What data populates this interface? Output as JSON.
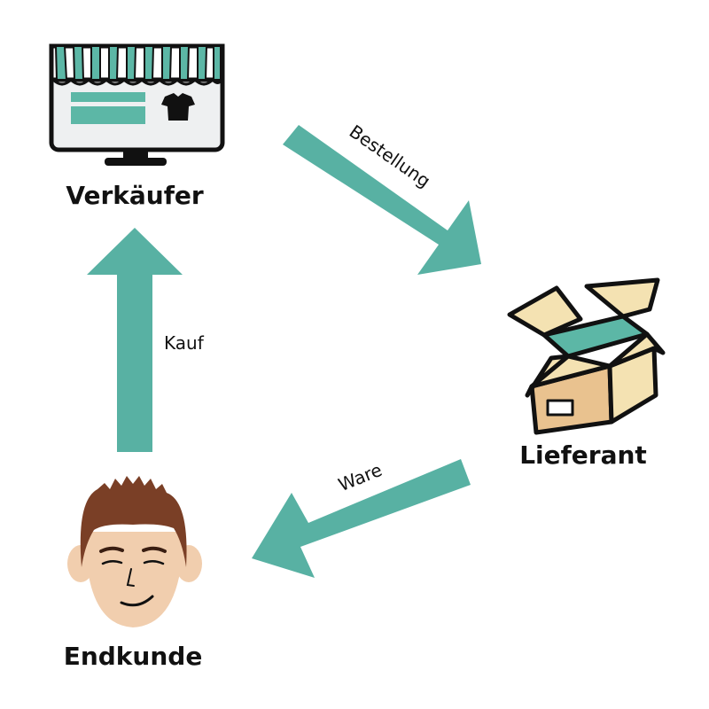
{
  "diagram": {
    "nodes": {
      "seller": {
        "label": "Verkäufer",
        "icon": "storefront-monitor-icon"
      },
      "supplier": {
        "label": "Lieferant",
        "icon": "open-box-icon"
      },
      "customer": {
        "label": "Endkunde",
        "icon": "smiling-face-icon"
      }
    },
    "edges": {
      "order": {
        "label": "Bestellung",
        "from": "Verkäufer",
        "to": "Lieferant"
      },
      "goods": {
        "label": "Ware",
        "from": "Lieferant",
        "to": "Endkunde"
      },
      "purchase": {
        "label": "Kauf",
        "from": "Endkunde",
        "to": "Verkäufer"
      }
    },
    "colors": {
      "arrow": "#58b1a3",
      "accent": "#5cb7a6",
      "box_light": "#f4e2b2",
      "box_side": "#e9c28f",
      "skin": "#f1ceae",
      "hair": "#7a3f26",
      "outline": "#111111"
    }
  }
}
